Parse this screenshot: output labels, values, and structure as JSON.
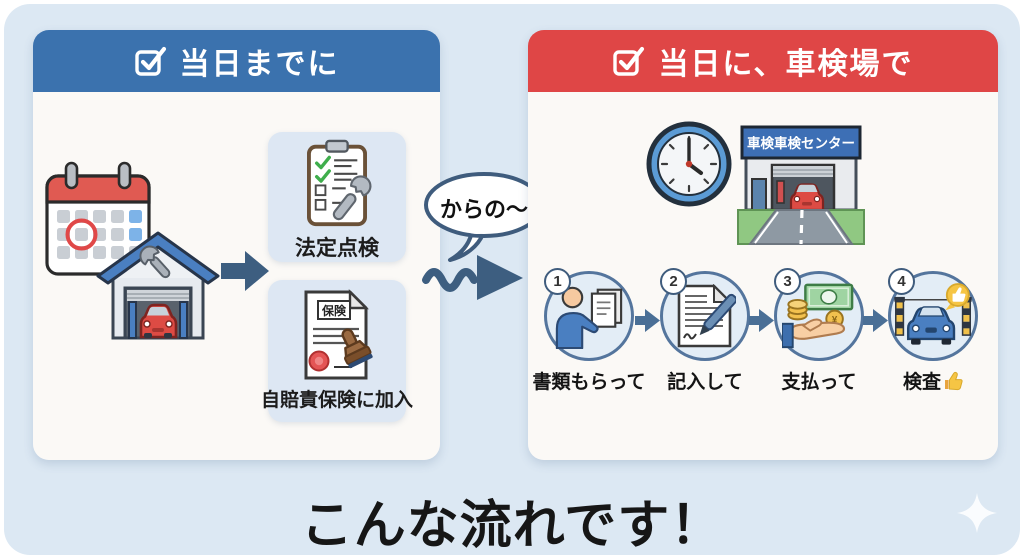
{
  "left_panel": {
    "header": {
      "label": "当日までに",
      "icon": "checkbox-check-icon"
    },
    "icons": [
      "calendar-icon",
      "garage-icon",
      "right-block-arrow-icon"
    ],
    "boxes": [
      {
        "label": "法定点検",
        "icon": "inspection-checklist-icon"
      },
      {
        "label": "自賠責保険に加入",
        "icon": "insurance-document-icon",
        "doc_label": "保険"
      }
    ]
  },
  "connector": {
    "bubble_label": "からの〜",
    "arrow_icon": "wavy-right-arrow-icon"
  },
  "right_panel": {
    "header": {
      "label": "当日に、車検場で",
      "icon": "checkbox-check-icon"
    },
    "building_sign": "車検車検センター",
    "icons": [
      "clock-icon",
      "inspection-center-building-icon"
    ],
    "steps": [
      {
        "num": "1",
        "label": "書類もらって",
        "icon": "person-receiving-documents-icon"
      },
      {
        "num": "2",
        "label": "記入して",
        "icon": "form-and-pen-icon"
      },
      {
        "num": "3",
        "label": "支払って",
        "icon": "money-payment-icon"
      },
      {
        "num": "4",
        "label": "検査",
        "icon": "car-inspection-gate-icon",
        "suffix_icon": "thumbs-up-icon"
      }
    ]
  },
  "footer": {
    "title": "こんな流れです！"
  },
  "colors": {
    "canvas_bg": "#dce8f3",
    "panel_bg": "#fbf9f6",
    "blue_header": "#3b72ae",
    "red_header": "#df4646",
    "box_bg": "#dde7f3",
    "arrow_dark": "#3d5e80",
    "circle_border": "#54759d",
    "circle_fill": "#e3edf6",
    "calendar_red": "#e05a52",
    "car_red": "#dd4b44",
    "car_blue": "#4a7fc1",
    "money_green": "#9fd4a2",
    "coin_gold": "#f2c14e",
    "thumb_yellow": "#f6c544",
    "text_dark": "#1c1c1c"
  }
}
